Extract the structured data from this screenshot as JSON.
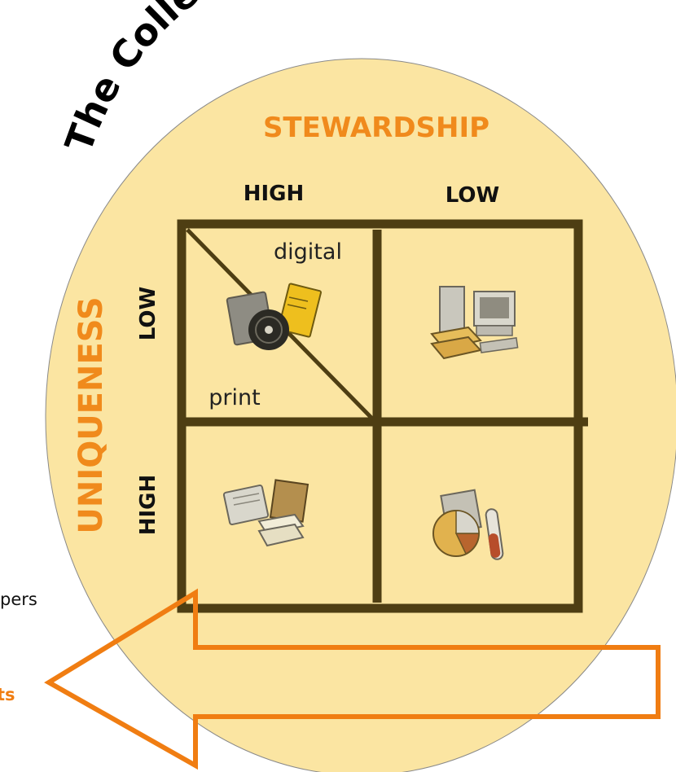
{
  "title": "The Collective Collection",
  "axes": {
    "top_label": "STEWARDSHIP",
    "top_high": "HIGH",
    "top_low": "LOW",
    "left_label": "UNIQUENESS",
    "left_low": "LOW",
    "left_high": "HIGH"
  },
  "cells": {
    "top_left_upper": "digital",
    "top_left_lower": "print"
  },
  "edge_text": {
    "cropped_line": "pers",
    "cropped_highlight": "ts"
  },
  "colors": {
    "circle_fill": "#fbe5a2",
    "accent": "#f08a1c",
    "grid": "#4e3e13",
    "arrow": "#f07d12"
  },
  "icons": {
    "top_left": "disk-cd-book-icon",
    "top_right": "computer-books-icon",
    "bottom_left": "manuscripts-books-icon",
    "bottom_right": "pie-chart-floppy-testtube-icon"
  }
}
